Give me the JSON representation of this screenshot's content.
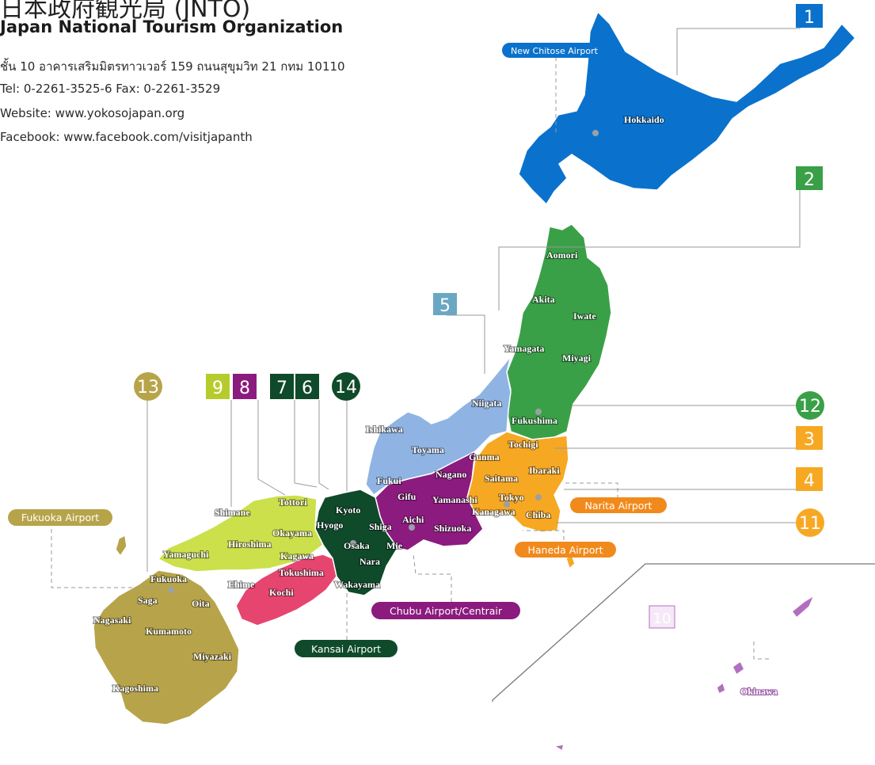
{
  "header": {
    "title_jp": "日本政府観光局 (JNTO)",
    "title_en": "Japan National Tourism Organization",
    "address": "ชั้น 10 อาคารเสริมมิตรทาวเวอร์ 159 ถนนสุขุมวิท 21 กทม 10110",
    "phone": "Tel: 0-2261-3525-6 Fax: 0-2261-3529",
    "website": "Website: www.yokosojapan.org",
    "facebook": "Facebook: www.facebook.com/visitjapanth"
  },
  "region_colors": {
    "hokkaido": "#0a72cc",
    "tohoku": "#3aa048",
    "chubu_north": "#8fb3e3",
    "kanto": "#f7a823",
    "chubu_central": "#8b1b7e",
    "kansai": "#0f4a2a",
    "chugoku": "#cbe04a",
    "shikoku": "#e6456f",
    "kyushu": "#b7a44a",
    "okinawa": "#b36fbf"
  },
  "regions": [
    {
      "id": "1",
      "color": "#0a72cc"
    },
    {
      "id": "2",
      "color": "#3aa048"
    },
    {
      "id": "3",
      "color": "#f7a823"
    },
    {
      "id": "4",
      "color": "#f7a823"
    },
    {
      "id": "5",
      "color": "#6aa7c2"
    },
    {
      "id": "6",
      "color": "#0f4a2a"
    },
    {
      "id": "7",
      "color": "#0f4a2a"
    },
    {
      "id": "8",
      "color": "#8b1b7e"
    },
    {
      "id": "9",
      "color": "#b5cc2c"
    },
    {
      "id": "10",
      "color": "#b36fbf"
    },
    {
      "id": "11",
      "color": "#f7a823"
    },
    {
      "id": "12",
      "color": "#3aa048"
    },
    {
      "id": "13",
      "color": "#b7a44a"
    },
    {
      "id": "14",
      "color": "#0f4a2a"
    }
  ],
  "airports": [
    {
      "name": "New Chitose Airport",
      "color": "#0a72cc"
    },
    {
      "name": "Narita Airport",
      "color": "#f18a1c"
    },
    {
      "name": "Haneda Airport",
      "color": "#f18a1c"
    },
    {
      "name": "Chubu Airport/Centrair",
      "color": "#8b1b7e"
    },
    {
      "name": "Kansai Airport",
      "color": "#0f4a2a"
    },
    {
      "name": "Fukuoka Airport",
      "color": "#b7a44a"
    }
  ],
  "prefectures": {
    "hokkaido": "Hokkaido",
    "aomori": "Aomori",
    "akita": "Akita",
    "iwate": "Iwate",
    "yamagata": "Yamagata",
    "miyagi": "Miyagi",
    "fukushima": "Fukushima",
    "niigata": "Niigata",
    "ishikawa": "Ishikawa",
    "toyama": "Toyama",
    "tochigi": "Tochigi",
    "gunma": "Gunma",
    "nagano": "Nagano",
    "saitama": "Saitama",
    "ibaraki": "Ibaraki",
    "fukui": "Fukui",
    "gifu": "Gifu",
    "yamanashi": "Yamanashi",
    "tokyo": "Tokyo",
    "kanagawa": "Kanagawa",
    "chiba": "Chiba",
    "aichi": "Aichi",
    "shizuoka": "Shizuoka",
    "kyoto": "Kyoto",
    "shiga": "Shiga",
    "hyogo": "Hyogo",
    "osaka": "Osaka",
    "mie": "Mie",
    "nara": "Nara",
    "wakayama": "Wakayama",
    "tottori": "Tottori",
    "shimane": "Shimane",
    "okayama": "Okayama",
    "hiroshima": "Hiroshima",
    "yamaguchi": "Yamaguchi",
    "kagawa": "Kagawa",
    "tokushima": "Tokushima",
    "ehime": "Ehime",
    "kochi": "Kochi",
    "fukuoka": "Fukuoka",
    "saga": "Saga",
    "oita": "Oita",
    "nagasaki": "Nagasaki",
    "kumamoto": "Kumamoto",
    "miyazaki": "Miyazaki",
    "kagoshima": "Kagoshima",
    "okinawa": "Okinawa"
  }
}
